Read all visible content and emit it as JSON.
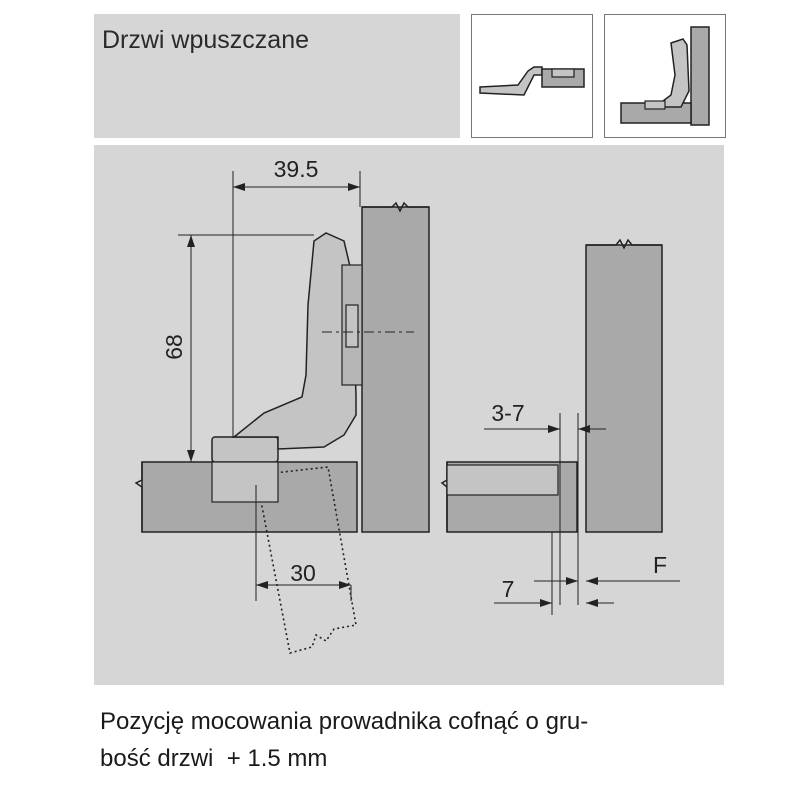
{
  "title": "Drzwi wpuszczane",
  "colors": {
    "panel_gray": "#d6d6d6",
    "board_gray": "#a9a9a9",
    "hinge_gray": "#c4c4c4",
    "line": "#222222"
  },
  "thumbnails": [
    {
      "name": "hinge-side-view-thumbnail"
    },
    {
      "name": "hinge-inset-door-thumbnail"
    }
  ],
  "dimensions": {
    "width_top": "39.5",
    "height_left": "68",
    "cup_width": "30",
    "gap_range": "3-7",
    "offset": "7",
    "label_f": "F"
  },
  "note": {
    "line1": "Pozycję mocowania prowadnika cofnąć o gru-",
    "line2": "bość drzwi  + 1.5 mm"
  }
}
